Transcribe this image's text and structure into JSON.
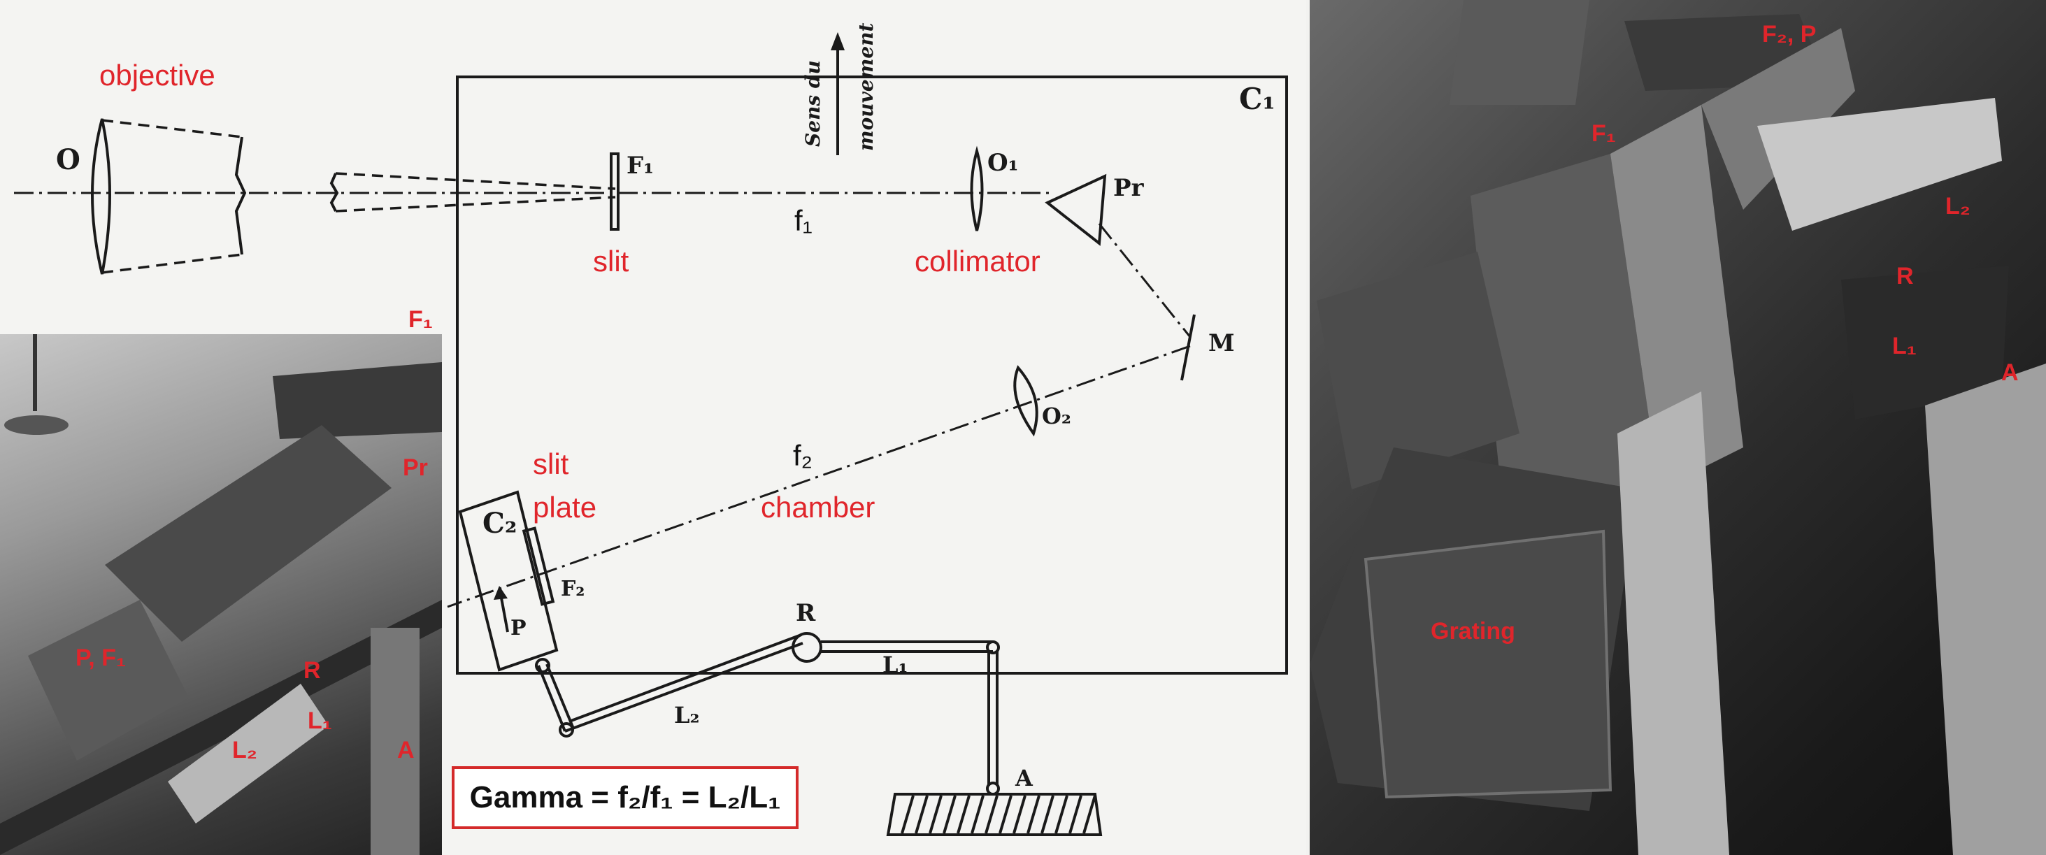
{
  "labels": {
    "objective": "objective",
    "slit": "slit",
    "collimator": "collimator",
    "f1": "f₁",
    "f2": "f₂",
    "slit_plate_1": "slit",
    "slit_plate_2": "plate",
    "chamber": "chamber",
    "formula": "Gamma = f₂/f₁ = L₂/L₁"
  },
  "drawing_text": {
    "O": "O",
    "F1": "F₁",
    "O1": "O₁",
    "Pr": "Pr",
    "M": "M",
    "O2": "O₂",
    "C1": "C₁",
    "C2": "C₂",
    "F2": "F₂",
    "P": "P",
    "R": "R",
    "L1": "L₁",
    "L2": "L₂",
    "A": "A",
    "sens_1": "Sens du",
    "sens_2": "mouvement"
  },
  "left_photo_labels": {
    "F1": "F₁",
    "Pr": "Pr",
    "PF1": "P, F₁",
    "R": "R",
    "L1": "L₁",
    "L2": "L₂",
    "A": "A"
  },
  "right_photo_labels": {
    "F2P": "F₂, P",
    "F1": "F₁",
    "L2": "L₂",
    "R": "R",
    "L1": "L₁",
    "A": "A",
    "grating": "Grating"
  },
  "colors": {
    "annotation": "#e0252b",
    "ink": "#1a1a1a",
    "box_border": "#d42a2a"
  }
}
